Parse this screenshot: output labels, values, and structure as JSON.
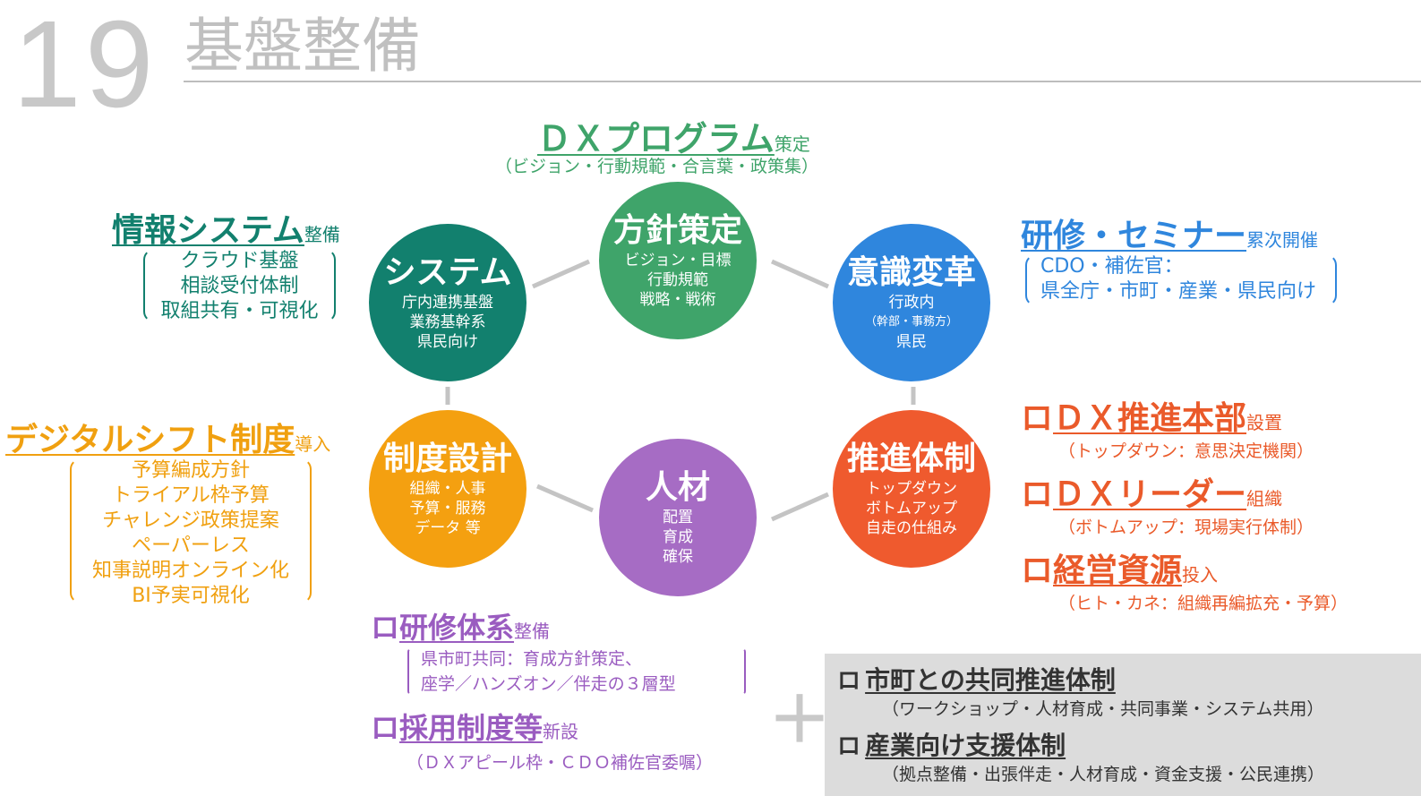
{
  "header": {
    "number": "19",
    "title": "基盤整備"
  },
  "top": {
    "title": "ＤＸプログラム",
    "suffix": "策定",
    "sub": "（ビジョン・行動規範・合言葉・政策集）"
  },
  "circles": [
    {
      "title": "システム",
      "lines": [
        "庁内連携基盤",
        "業務基幹系",
        "県民向け"
      ],
      "color": "#12806e"
    },
    {
      "title": "方針策定",
      "lines": [
        "ビジョン・目標",
        "行動規範",
        "戦略・戦術"
      ],
      "color": "#3fa46a"
    },
    {
      "title": "意識変革",
      "lines": [
        "行政内",
        "（幹部・事務方）",
        "県民"
      ],
      "color": "#2f86dd"
    },
    {
      "title": "制度設計",
      "lines": [
        "組織・人事",
        "予算・服務",
        "データ 等"
      ],
      "color": "#f4a010"
    },
    {
      "title": "人材",
      "lines": [
        "配置",
        "育成",
        "確保"
      ],
      "color": "#a66cc4"
    },
    {
      "title": "推進体制",
      "lines": [
        "トップダウン",
        "ボトムアップ",
        "自走の仕組み"
      ],
      "color": "#ef5a2e"
    }
  ],
  "info_system": {
    "title": "情報システム",
    "suffix": "整備",
    "items": [
      "クラウド基盤",
      "相談受付体制",
      "取組共有・可視化"
    ]
  },
  "digital_shift": {
    "title": "デジタルシフト制度",
    "suffix": "導入",
    "items": [
      "予算編成方針",
      "トライアル枠予算",
      "チャレンジ政策提案",
      "ペーパーレス",
      "知事説明オンライン化",
      "BI予実可視化"
    ]
  },
  "training": {
    "title": "研修・セミナー",
    "suffix": "累次開催",
    "items": [
      "CDO・補佐官：",
      "県全庁・市町・産業・県民向け"
    ]
  },
  "promotion": [
    {
      "title": "ＤＸ推進本部",
      "suffix": "設置",
      "sub": "（トップダウン：意思決定機関）"
    },
    {
      "title": "ＤＸリーダー",
      "suffix": "組織",
      "sub": "（ボトムアップ：現場実行体制）"
    },
    {
      "title": "経営資源",
      "suffix": "投入",
      "sub": "（ヒト・カネ：組織再編拡充・予算）"
    }
  ],
  "hr": {
    "items": [
      {
        "title": "研修体系",
        "suffix": "整備",
        "sub": [
          "県市町共同：育成方針策定、",
          "座学／ハンズオン／伴走の３層型"
        ]
      },
      {
        "title": "採用制度等",
        "suffix": "新設",
        "sub": [
          "（ＤＸアピール枠・ＣＤＯ補佐官委嘱）"
        ]
      }
    ]
  },
  "plus": "＋",
  "box": {
    "items": [
      {
        "title": "市町との共同推進体制",
        "sub": "（ワークショップ・人材育成・共同事業・システム共用）"
      },
      {
        "title": "産業向け支援体制",
        "sub": "（拠点整備・出張伴走・人材育成・資金支援・公民連携）"
      }
    ]
  },
  "checkbox": "ロ"
}
